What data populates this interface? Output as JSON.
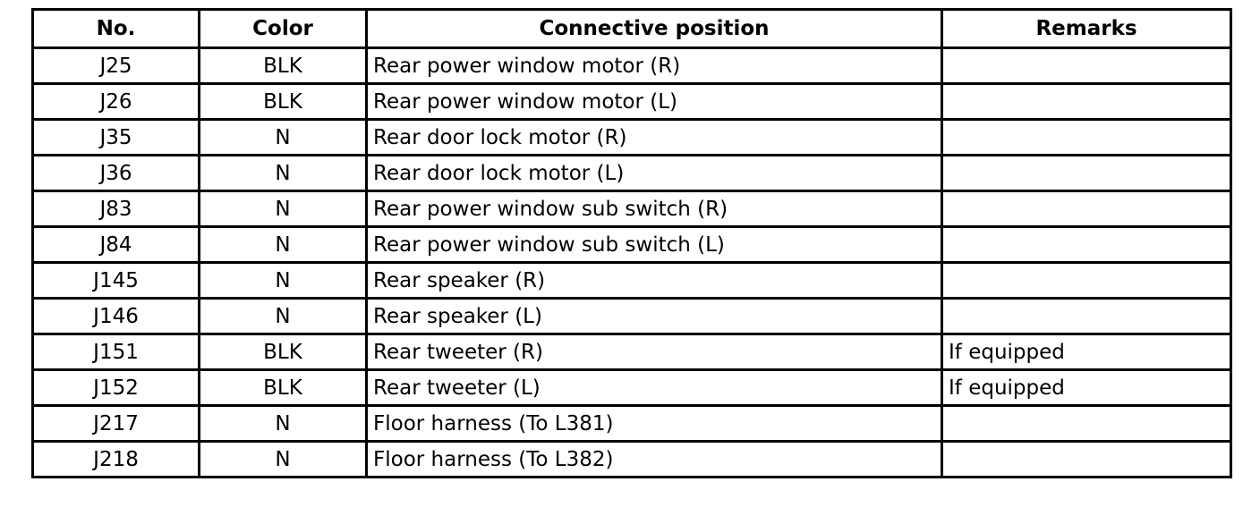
{
  "headers": {
    "no": "No.",
    "color": "Color",
    "position": "Connective position",
    "remarks": "Remarks"
  },
  "rows": [
    {
      "no": "J25",
      "color": "BLK",
      "position": "Rear power window motor (R)",
      "remarks": ""
    },
    {
      "no": "J26",
      "color": "BLK",
      "position": "Rear power window motor (L)",
      "remarks": ""
    },
    {
      "no": "J35",
      "color": "N",
      "position": "Rear door lock motor (R)",
      "remarks": ""
    },
    {
      "no": "J36",
      "color": "N",
      "position": "Rear door lock motor (L)",
      "remarks": ""
    },
    {
      "no": "J83",
      "color": "N",
      "position": "Rear power window sub switch (R)",
      "remarks": ""
    },
    {
      "no": "J84",
      "color": "N",
      "position": "Rear power window sub switch (L)",
      "remarks": ""
    },
    {
      "no": "J145",
      "color": "N",
      "position": "Rear speaker (R)",
      "remarks": ""
    },
    {
      "no": "J146",
      "color": "N",
      "position": "Rear speaker (L)",
      "remarks": ""
    },
    {
      "no": "J151",
      "color": "BLK",
      "position": "Rear tweeter (R)",
      "remarks": "If equipped"
    },
    {
      "no": "J152",
      "color": "BLK",
      "position": "Rear tweeter (L)",
      "remarks": "If equipped"
    },
    {
      "no": "J217",
      "color": "N",
      "position": "Floor harness (To L381)",
      "remarks": ""
    },
    {
      "no": "J218",
      "color": "N",
      "position": "Floor harness (To L382)",
      "remarks": ""
    }
  ]
}
